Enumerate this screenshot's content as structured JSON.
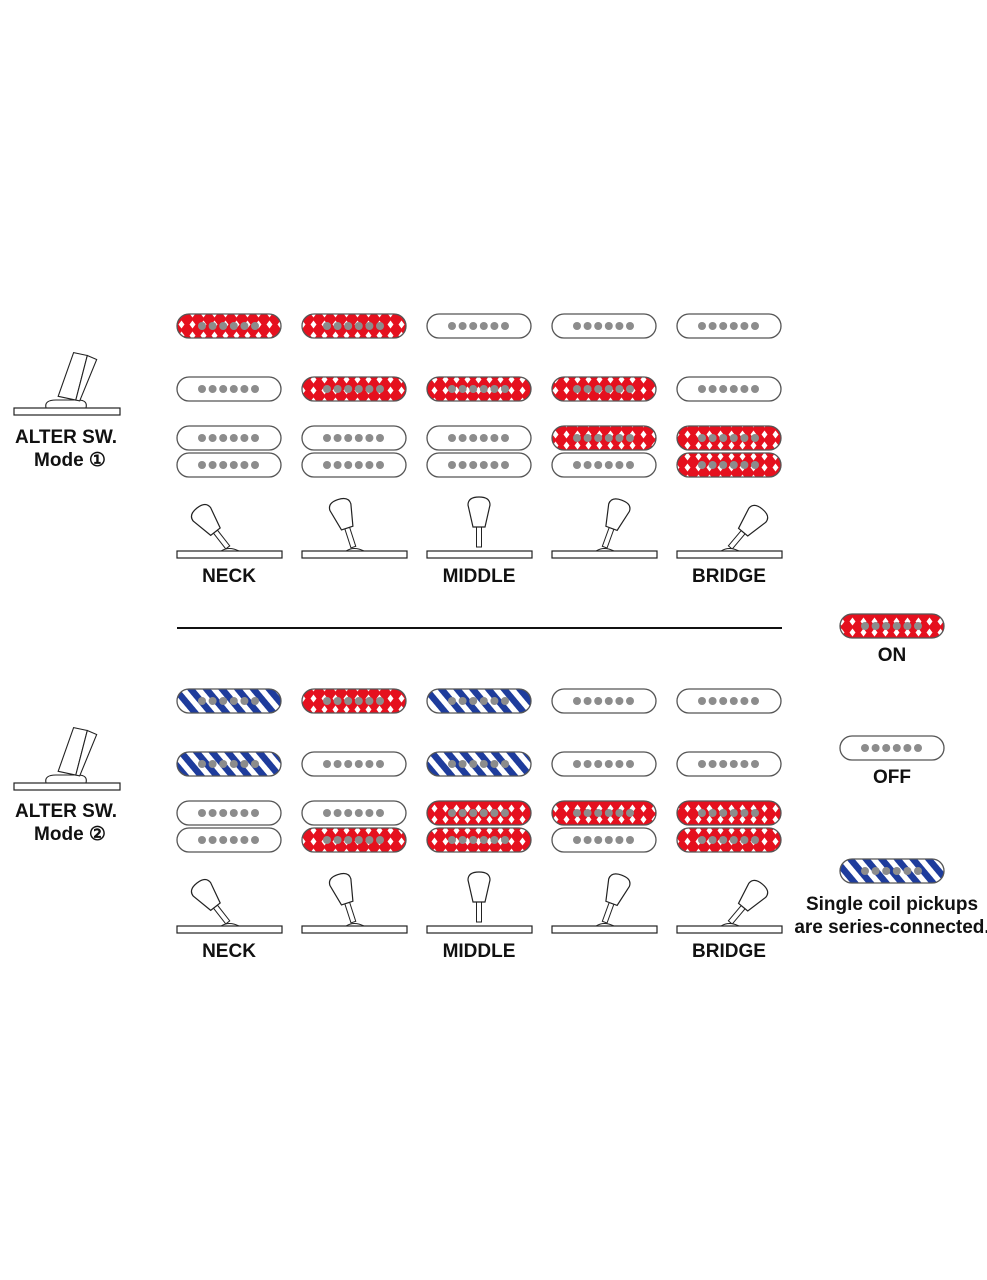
{
  "colors": {
    "on": "#e5101e",
    "series": "#1e3c9c",
    "pole": "#8c8c8c",
    "outline": "#555555"
  },
  "positions": [
    "NECK",
    "",
    "MIDDLE",
    "",
    "BRIDGE"
  ],
  "modes": [
    {
      "title": "ALTER SW.",
      "subtitle": "Mode ①",
      "columns": [
        [
          "on",
          "off",
          "off",
          "off"
        ],
        [
          "on",
          "on",
          "off",
          "off"
        ],
        [
          "off",
          "on",
          "off",
          "off"
        ],
        [
          "off",
          "on",
          "on",
          "off"
        ],
        [
          "off",
          "off",
          "on",
          "on"
        ]
      ]
    },
    {
      "title": "ALTER SW.",
      "subtitle": "Mode ②",
      "columns": [
        [
          "series",
          "series",
          "off",
          "off"
        ],
        [
          "on",
          "off",
          "off",
          "on"
        ],
        [
          "series",
          "series",
          "on",
          "on"
        ],
        [
          "off",
          "off",
          "on",
          "off"
        ],
        [
          "off",
          "off",
          "on",
          "on"
        ]
      ]
    }
  ],
  "legend": {
    "on": "ON",
    "off": "OFF",
    "series_line1": "Single coil pickups",
    "series_line2": "are series-connected."
  }
}
